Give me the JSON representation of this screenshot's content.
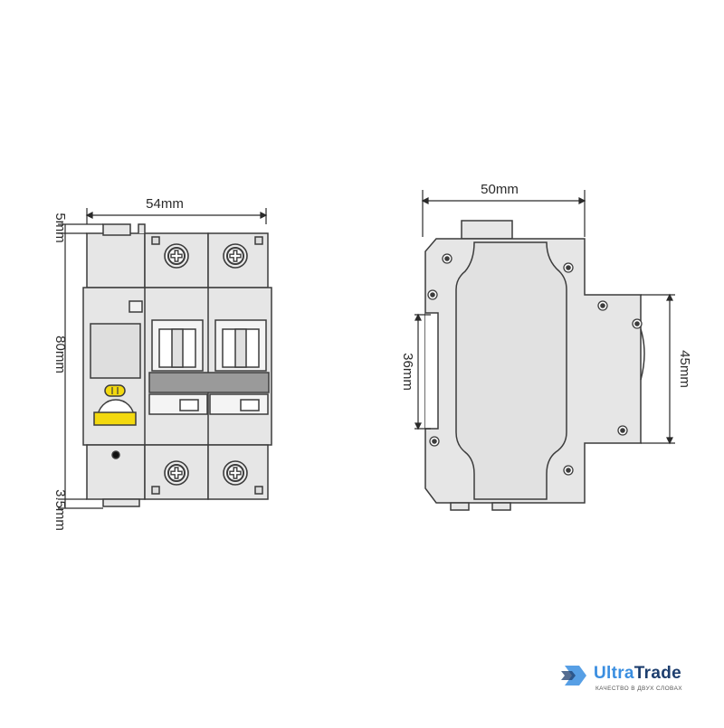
{
  "dimensions": {
    "front_width": "54mm",
    "front_top": "5mm",
    "front_height": "80mm",
    "front_bottom": "3.5mm",
    "side_width": "50mm",
    "side_rail": "36mm",
    "side_depth": "45mm"
  },
  "logo": {
    "word_part1": "Ultra",
    "word_part2": "Trade",
    "tagline": "КАЧЕСТВО В ДВУХ СЛОВАХ"
  },
  "colors": {
    "body": "#e6e6e6",
    "outline": "#3c3c3c",
    "accent_yellow": "#f3d90f",
    "handle_bar": "#9a9a9a",
    "logo_blue": "#3a8ee0",
    "logo_navy": "#1d3e6e"
  },
  "icons": [
    "phillips-screw-icon",
    "rivet-icon",
    "ultratrade-logo-icon"
  ]
}
